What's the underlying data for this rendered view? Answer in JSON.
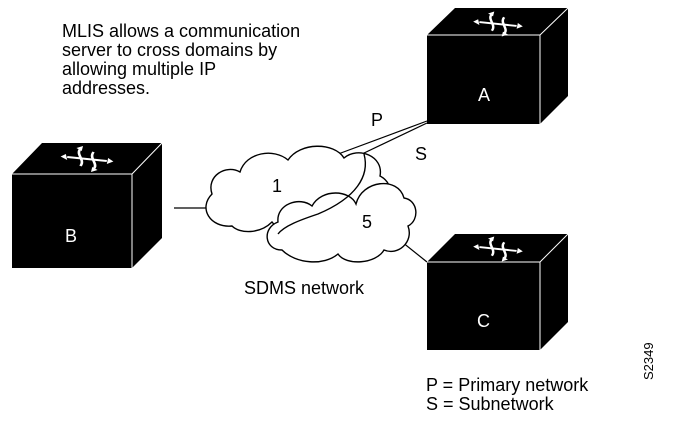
{
  "description": [
    "MLIS allows a communication",
    "server to cross domains by",
    "allowing multiple IP",
    "addresses."
  ],
  "nodes": {
    "A": {
      "label": "A"
    },
    "B": {
      "label": "B"
    },
    "C": {
      "label": "C"
    }
  },
  "clouds": {
    "one": "1",
    "five": "5"
  },
  "network_label": "SDMS network",
  "link_labels": {
    "primary": "P",
    "subnet": "S"
  },
  "legend": [
    "P = Primary network",
    "S = Subnetwork"
  ],
  "figure_id": "S2349",
  "colors": {
    "device_fill": "#000000",
    "device_text": "#ffffff",
    "line": "#000000",
    "background": "#ffffff"
  },
  "icons": {
    "device": "router-icon"
  }
}
